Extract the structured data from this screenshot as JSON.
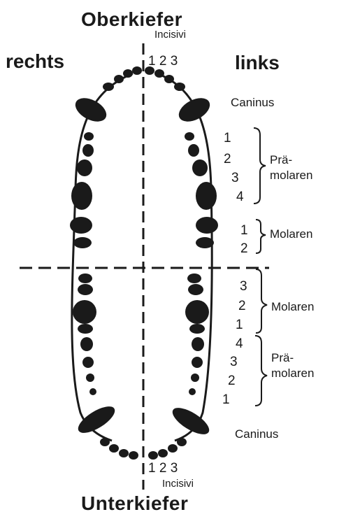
{
  "title_top": "Oberkiefer",
  "title_bottom": "Unterkiefer",
  "side_right": "rechts",
  "side_left": "links",
  "upper": {
    "incisivi_label": "Incisivi",
    "incisivi_numbers": "1 2 3",
    "caninus_label": "Caninus",
    "praemolaren_numbers": [
      "1",
      "2",
      "3",
      "4"
    ],
    "praemolaren_label": [
      "Prä-",
      "molaren"
    ],
    "molaren_numbers": [
      "1",
      "2"
    ],
    "molaren_label": "Molaren"
  },
  "lower": {
    "molaren_numbers": [
      "3",
      "2",
      "1"
    ],
    "molaren_label": "Molaren",
    "praemolaren_numbers": [
      "4",
      "3",
      "2",
      "1"
    ],
    "praemolaren_label": [
      "Prä-",
      "molaren"
    ],
    "caninus_label": "Caninus",
    "incisivi_numbers": "1 2 3",
    "incisivi_label": "Incisivi"
  },
  "colors": {
    "ink": "#1a1a1a",
    "background": "#ffffff"
  }
}
